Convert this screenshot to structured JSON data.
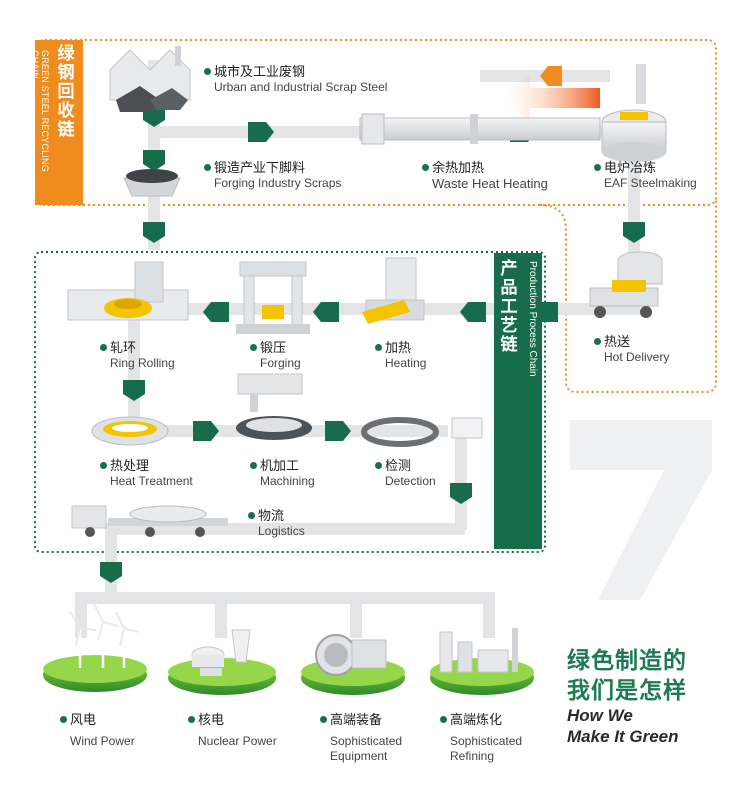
{
  "recycling_chain": {
    "title_zh": "绿钢回收链",
    "title_en": "GREEN STEEL RECYCLING CHAIN",
    "steps": [
      {
        "zh": "城市及工业废钢",
        "en": "Urban and Industrial Scrap Steel"
      },
      {
        "zh": "锻造产业下脚料",
        "en": "Forging Industry Scraps"
      },
      {
        "zh": "余热加热",
        "en": "Waste Heat Heating"
      },
      {
        "zh": "电炉冶炼",
        "en": "EAF Steelmaking"
      },
      {
        "zh": "热送",
        "en": "Hot Delivery"
      }
    ]
  },
  "production_chain": {
    "title_zh": "产品工艺链",
    "title_en": "Production Process Chain",
    "steps": [
      {
        "zh": "轧环",
        "en": "Ring Rolling"
      },
      {
        "zh": "锻压",
        "en": "Forging"
      },
      {
        "zh": "加热",
        "en": "Heating"
      },
      {
        "zh": "热处理",
        "en": "Heat Treatment"
      },
      {
        "zh": "机加工",
        "en": "Machining"
      },
      {
        "zh": "检测",
        "en": "Detection"
      },
      {
        "zh": "物流",
        "en": "Logistics"
      }
    ]
  },
  "applications": [
    {
      "zh": "风电",
      "en": "Wind Power"
    },
    {
      "zh": "核电",
      "en": "Nuclear Power"
    },
    {
      "zh": "高端装备",
      "en": "Sophisticated Equipment"
    },
    {
      "zh": "高端炼化",
      "en": "Sophisticated Refining"
    }
  ],
  "slogan": {
    "zh_line1": "绿色制造的",
    "zh_line2": "我们是怎样",
    "en_line1": "How We",
    "en_line2": "Make It Green"
  },
  "colors": {
    "orange": "#f08c1e",
    "green": "#176c4c",
    "flow_gray": "#e2e4e6",
    "accent_yellow": "#f5c400"
  }
}
